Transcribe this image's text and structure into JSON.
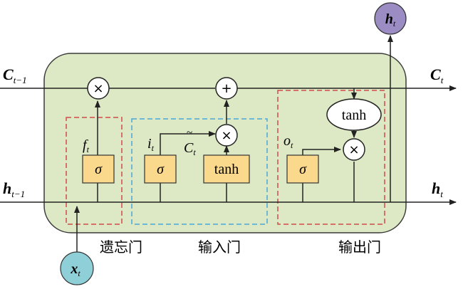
{
  "colors": {
    "cell_fill": "#dde8c4",
    "cell_stroke": "#3a3a3a",
    "gate_fill": "#fbd98c",
    "output_circle": "#9b8dc4",
    "input_circle": "#8fcfd8",
    "forget_border": "#d24b4b",
    "input_border": "#4aa7d8",
    "output_border": "#d24b4b",
    "line": "#222222"
  },
  "labels": {
    "c_prev": {
      "main": "C",
      "sub": "t−1"
    },
    "c_next": {
      "main": "C",
      "sub": "t"
    },
    "h_prev": {
      "main": "h",
      "sub": "t−1"
    },
    "h_next": {
      "main": "h",
      "sub": "t"
    },
    "h_top": {
      "main": "h",
      "sub": "t"
    },
    "x_in": {
      "main": "x",
      "sub": "t"
    },
    "f_t": {
      "main": "f",
      "sub": "t"
    },
    "i_t": {
      "main": "i",
      "sub": "t"
    },
    "c_tilde": {
      "main": "C",
      "sub": "t",
      "accent": "~"
    },
    "o_t": {
      "main": "o",
      "sub": "t"
    }
  },
  "ops": {
    "multiply": "×",
    "add": "+",
    "sigma": "σ",
    "tanh": "tanh"
  },
  "gates": {
    "forget": "遗忘门",
    "input": "输入门",
    "output": "输出门"
  }
}
